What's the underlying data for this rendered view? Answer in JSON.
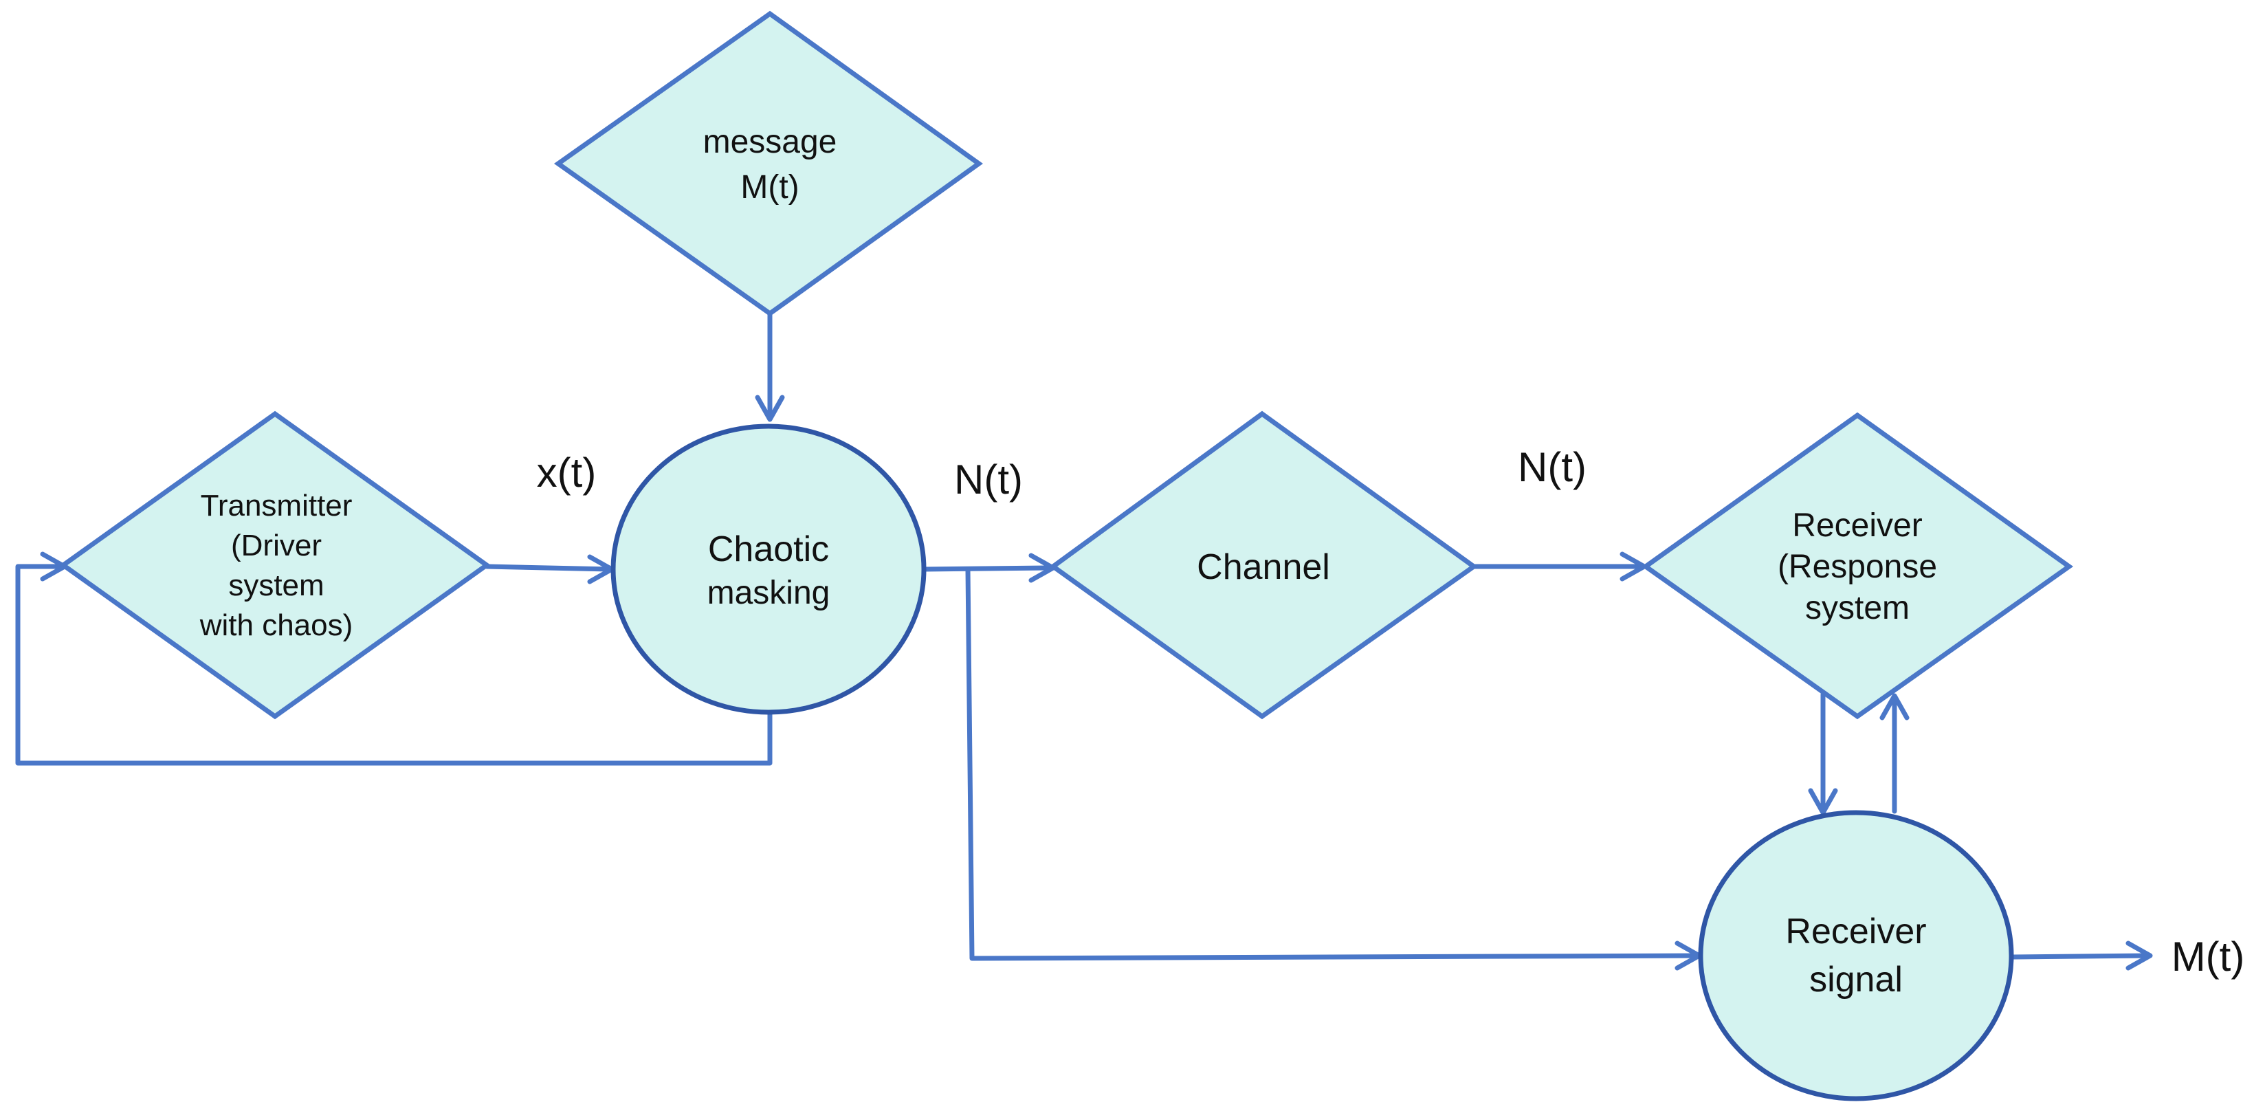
{
  "nodes": {
    "message": {
      "lines": [
        "message",
        "M(t)"
      ]
    },
    "transmitter": {
      "lines": [
        "Transmitter",
        "(Driver",
        "system",
        "with chaos)"
      ]
    },
    "chaotic_masking": {
      "lines": [
        "Chaotic",
        "masking"
      ]
    },
    "channel": {
      "lines": [
        "Channel"
      ]
    },
    "receiver": {
      "lines": [
        "Receiver",
        "(Response",
        "system"
      ]
    },
    "receiver_signal": {
      "lines": [
        "Receiver",
        "signal"
      ]
    }
  },
  "edge_labels": {
    "transmitter_to_masking": "x(t)",
    "masking_to_channel": "N(t)",
    "channel_to_receiver": "N(t)",
    "output": "M(t)"
  },
  "colors": {
    "shape_fill": "#d4f3f0",
    "stroke": "#4a77c8",
    "circle_stroke": "#2f56a6"
  }
}
